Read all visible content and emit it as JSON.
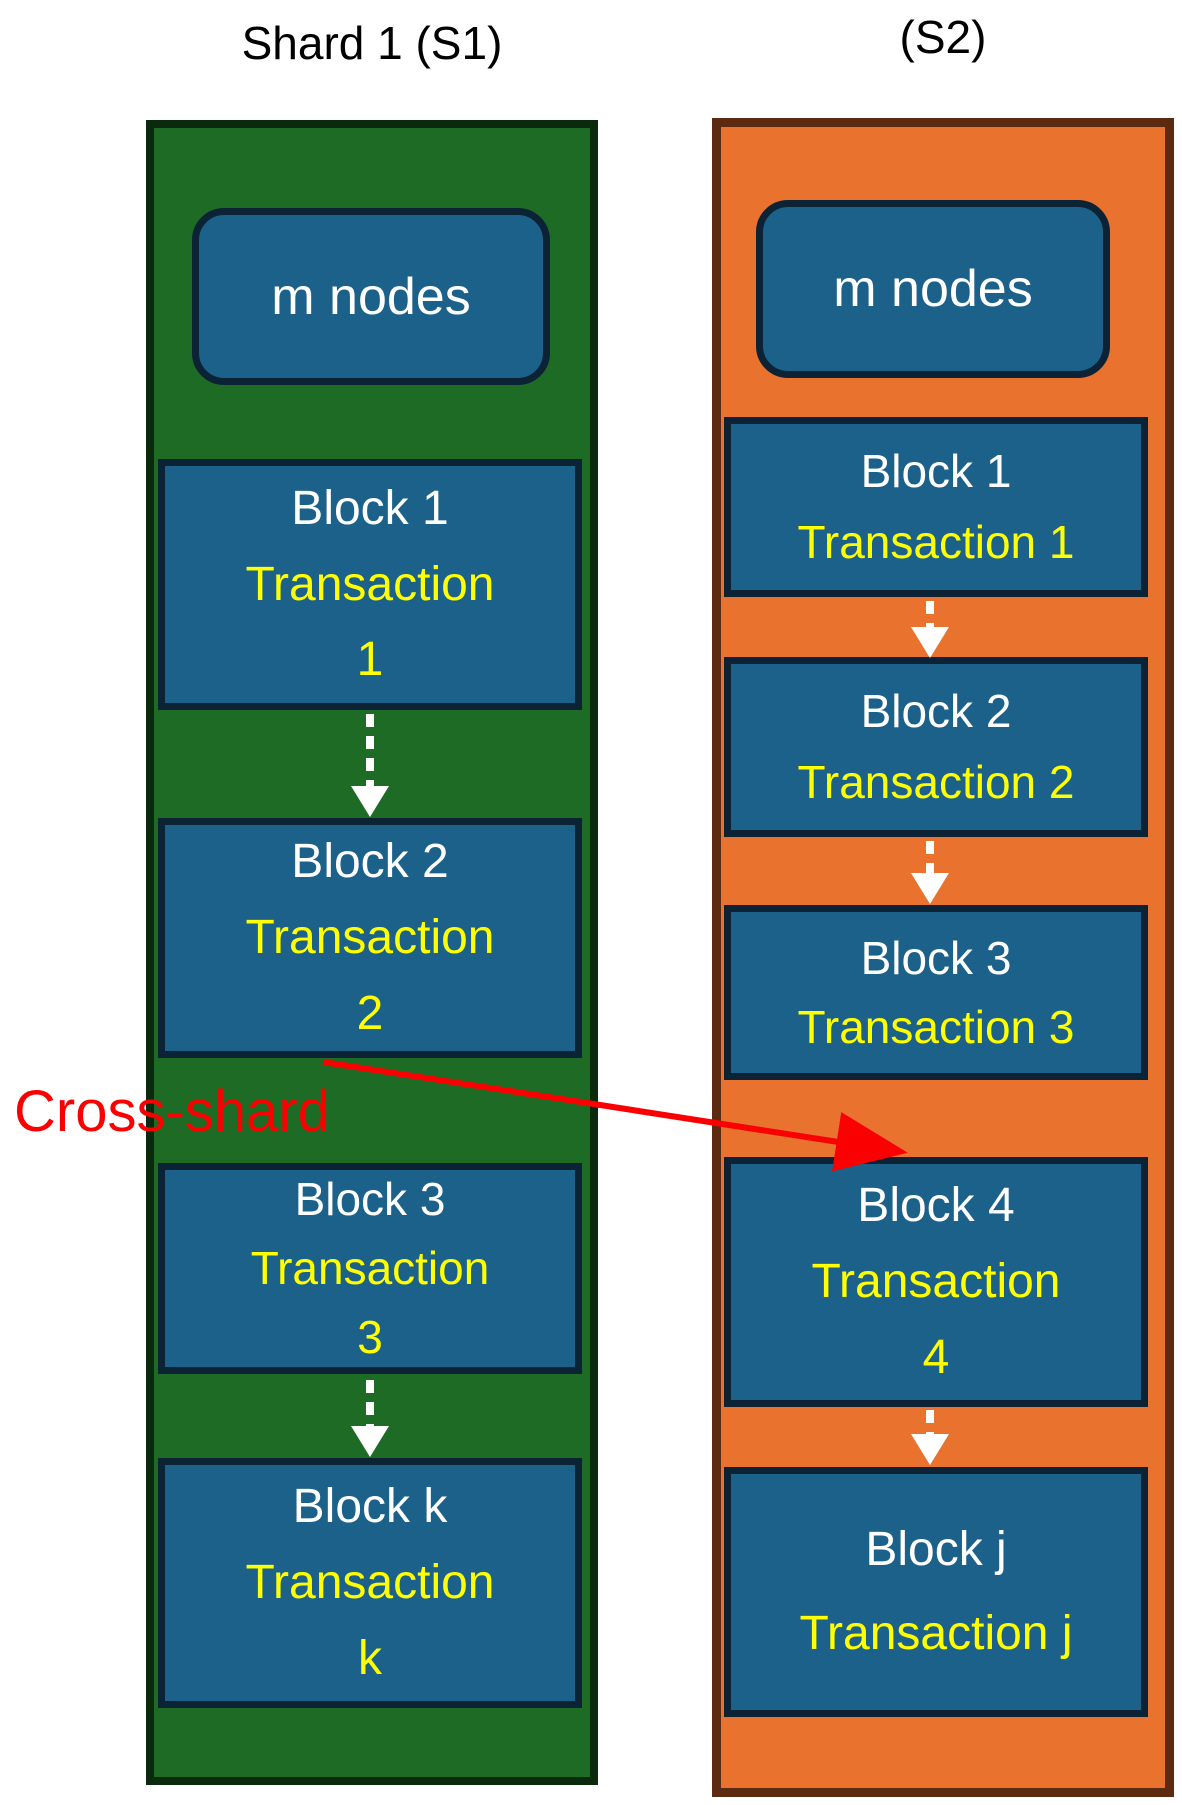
{
  "titles": {
    "shard1": "Shard 1 (S1)",
    "shard2": "(S2)"
  },
  "cross_shard_label": "Cross-shard",
  "shard1": {
    "nodes_box": "m nodes",
    "blocks": [
      {
        "name": "Block 1",
        "tx": [
          "Transaction",
          "1"
        ]
      },
      {
        "name": "Block 2",
        "tx": [
          "Transaction",
          "2"
        ]
      },
      {
        "name": "Block 3",
        "tx": [
          "Transaction",
          "3"
        ]
      },
      {
        "name": "Block k",
        "tx": [
          "Transaction",
          "k"
        ]
      }
    ]
  },
  "shard2": {
    "nodes_box": "m nodes",
    "blocks": [
      {
        "name": "Block 1",
        "tx": [
          "Transaction 1"
        ]
      },
      {
        "name": "Block 2",
        "tx": [
          "Transaction 2"
        ]
      },
      {
        "name": "Block 3",
        "tx": [
          "Transaction 3"
        ]
      },
      {
        "name": "Block 4",
        "tx": [
          "Transaction",
          "4"
        ]
      },
      {
        "name": "Block j",
        "tx": [
          "Transaction j"
        ]
      }
    ]
  },
  "colors": {
    "shard1_fill": "#1e6b25",
    "shard1_border": "#0b2a0d",
    "shard2_fill": "#e8722e",
    "shard2_border": "#5c2a10",
    "block_fill": "#1b6189",
    "block_border": "#0c2335",
    "block_name_text": "#ffffff",
    "transaction_text": "#ffff00",
    "cross_shard_red": "#fb0000",
    "chain_arrow": "#ffffff",
    "title_text": "#000000"
  }
}
